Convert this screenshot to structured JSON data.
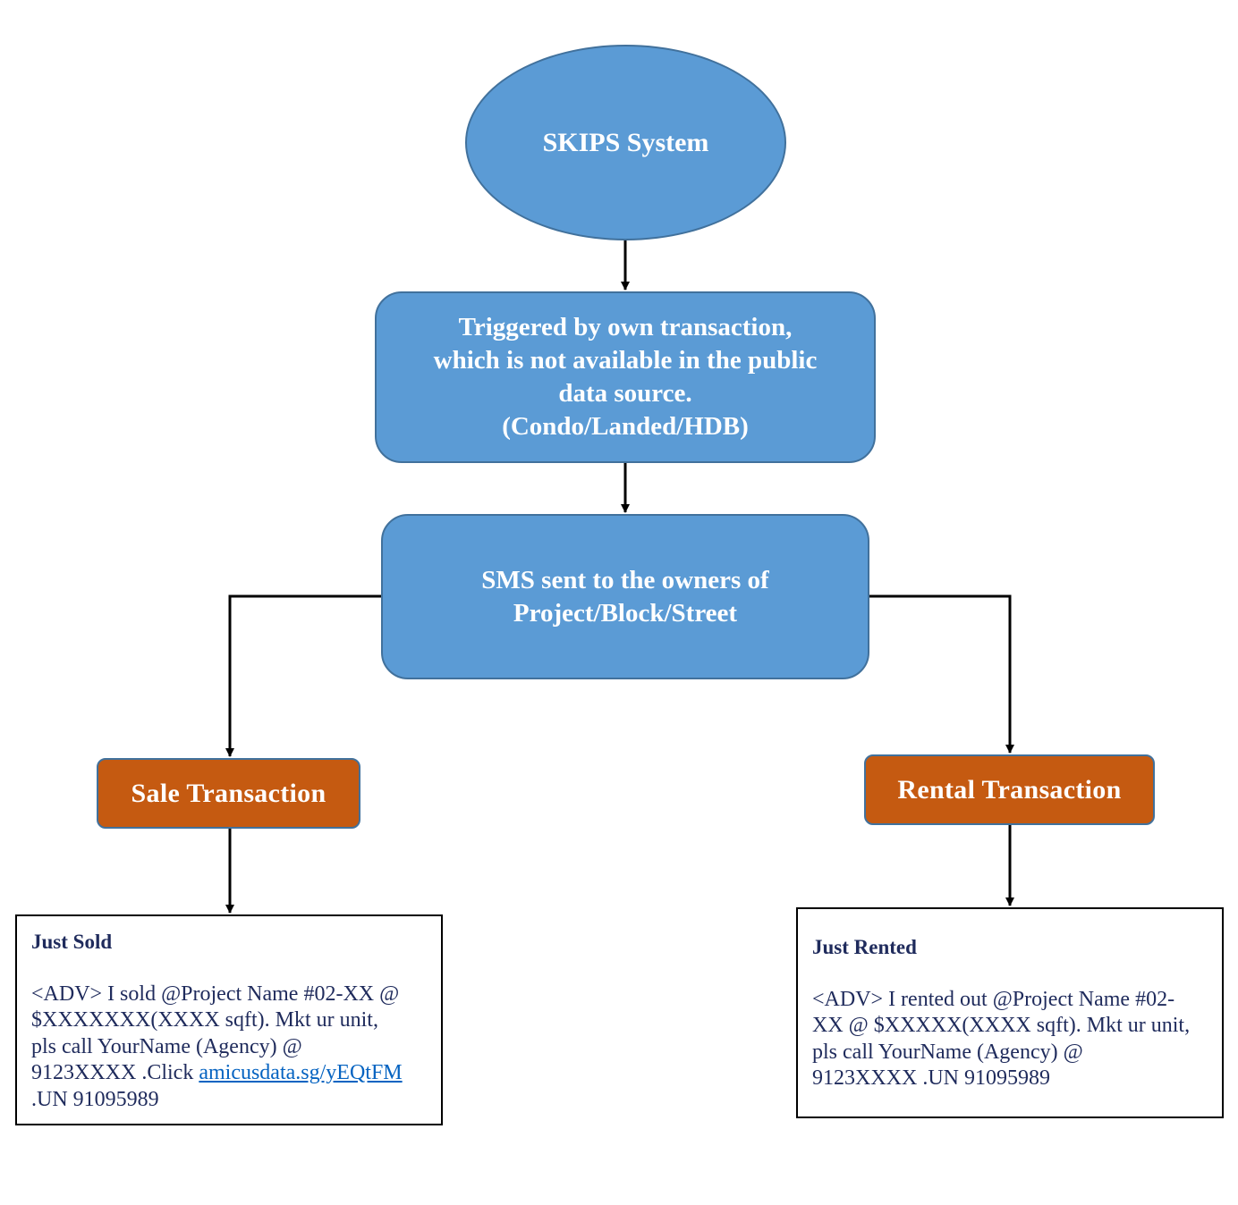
{
  "colors": {
    "node_blue": "#5b9bd5",
    "node_blue_border": "#41719c",
    "node_orange": "#c55a11",
    "message_text": "#1f2b5c",
    "link": "#0563c1",
    "connector": "#000000"
  },
  "nodes": {
    "skips": {
      "label": "SKIPS System"
    },
    "trigger": {
      "lines": [
        "Triggered by own transaction,",
        "which is not available in the public",
        "data source.",
        "(Condo/Landed/HDB)"
      ]
    },
    "sms": {
      "lines": [
        "SMS sent to the owners of",
        "Project/Block/Street"
      ]
    },
    "sale": {
      "label": "Sale Transaction"
    },
    "rental": {
      "label": "Rental Transaction"
    }
  },
  "messages": {
    "sold": {
      "title": "Just Sold",
      "lines": [
        "<ADV> I sold @Project Name #02-XX @",
        "$XXXXXXX(XXXX sqft). Mkt ur unit,",
        "pls call YourName (Agency) @"
      ],
      "line4_prefix": "9123XXXX .Click ",
      "link_text": "amicusdata.sg/yEQtFM",
      "line5": " .UN 91095989"
    },
    "rented": {
      "title": "Just Rented",
      "lines": [
        "<ADV> I rented out @Project Name #02-",
        "XX @ $XXXXX(XXXX sqft). Mkt ur unit,",
        "pls call YourName (Agency) @",
        "9123XXXX .UN 91095989"
      ]
    }
  }
}
